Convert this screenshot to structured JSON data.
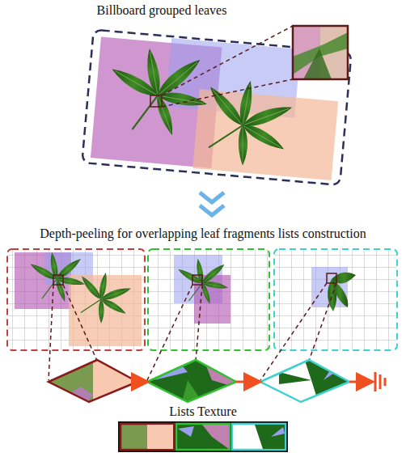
{
  "diagram": {
    "labels": [
      "Billboard grouped leaves",
      "Depth-peeling for overlapping leaf fragments lists construction",
      "Lists Texture"
    ]
  }
}
